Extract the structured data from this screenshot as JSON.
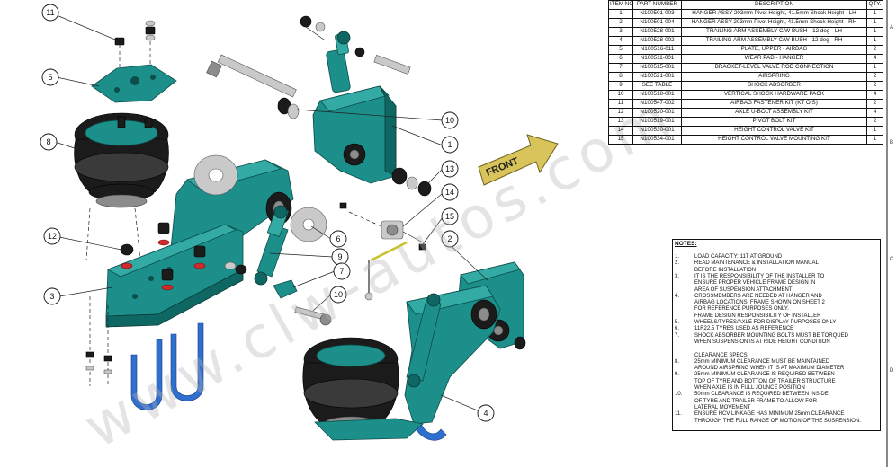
{
  "bom": {
    "headers": [
      "ITEM NO.",
      "PART NUMBER",
      "DESCRIPTION",
      "QTY."
    ],
    "rows": [
      [
        "1",
        "N100501-003",
        "HANGER ASSY-203mm Pivot Height, 41.5mm Shock Height - LH",
        "1"
      ],
      [
        "2",
        "N100501-004",
        "HANGER ASSY-203mm Pivot Height, 41.5mm Shock Height - RH",
        "1"
      ],
      [
        "3",
        "N100528-001",
        "TRAILING ARM ASSEMBLY C/W BUSH - 12 deg - LH",
        "1"
      ],
      [
        "4",
        "N100528-002",
        "TRAILING ARM ASSEMBLY C/W BUSH - 12 deg - RH",
        "1"
      ],
      [
        "5",
        "N100516-011",
        "PLATE, UPPER - AIRBAG",
        "2"
      ],
      [
        "6",
        "N100511-001",
        "WEAR PAD - HANGER",
        "4"
      ],
      [
        "7",
        "N100515-001",
        "BRACKET-LEVEL VALVE ROD CONNECTION",
        "1"
      ],
      [
        "8",
        "N100521-001",
        "AIRSPRING",
        "2"
      ],
      [
        "9",
        "SEE TABLE",
        "SHOCK ABSORBER",
        "2"
      ],
      [
        "10",
        "N100518-001",
        "VERTICAL SHOCK HARDWARE PACK",
        "4"
      ],
      [
        "11",
        "N100547-002",
        "AIRBAG FASTENER KIT (KT O/S)",
        "2"
      ],
      [
        "12",
        "N100520-001",
        "AXLE U-BOLT ASSEMBLY KIT",
        "4"
      ],
      [
        "13",
        "N100519-001",
        "PIVOT BOLT KIT",
        "2"
      ],
      [
        "14",
        "N100530-001",
        "HEIGHT CONTROL VALVE KIT",
        "1"
      ],
      [
        "15",
        "N100534-001",
        "HEIGHT CONTROL VALVE MOUNTING KIT",
        "1"
      ]
    ]
  },
  "notes": {
    "title": "NOTES:",
    "lines": [
      {
        "num": "1.",
        "text": "LOAD CAPACITY: 11T AT GROUND"
      },
      {
        "num": "2.",
        "text": "READ MAINTENANCE & INSTALLATION MANUAL"
      },
      {
        "num": "",
        "text": "BEFORE INSTALLATION"
      },
      {
        "num": "3.",
        "text": "IT IS THE RESPONSIBILITY OF THE INSTALLER TO"
      },
      {
        "num": "",
        "text": "ENSURE PROPER VEHICLE FRAME DESIGN IN"
      },
      {
        "num": "",
        "text": "AREA OF SUSPENSION ATTACHMENT"
      },
      {
        "num": "4.",
        "text": "CROSSMEMBERS ARE NEEDED AT HANGER AND"
      },
      {
        "num": "",
        "text": "AIRBAG LOCATIONS, FRAME SHOWN ON SHEET 2"
      },
      {
        "num": "",
        "text": "FOR REFERENCE PURPOSES ONLY."
      },
      {
        "num": "",
        "text": "FRAME DESIGN RESPONSIBILITY OF INSTALLER"
      },
      {
        "num": "5.",
        "text": "WHEELS/TYRES/AXLE FOR DISPLAY PURPOSES ONLY"
      },
      {
        "num": "6.",
        "text": "11R22.5 TYRES USED AS REFERENCE"
      },
      {
        "num": "7.",
        "text": "SHOCK ABSORBER MOUNTING BOLTS MUST BE TORQUED"
      },
      {
        "num": "",
        "text": "WHEN SUSPENSION IS AT RIDE HEIGHT CONDITION"
      },
      {
        "num": "",
        "text": ""
      },
      {
        "num": "",
        "text": "CLEARANCE SPECS"
      },
      {
        "num": "8.",
        "text": "25mm MINIMUM CLEARANCE MUST BE MAINTAINED"
      },
      {
        "num": "",
        "text": "AROUND AIRSPRING WHEN IT IS AT MAXIMUM DIAMETER"
      },
      {
        "num": "9.",
        "text": "25mm MINIMUM CLEARANCE IS REQUIRED BETWEEN"
      },
      {
        "num": "",
        "text": "TOP OF TYRE AND BOTTOM OF TRAILER STRUCTURE"
      },
      {
        "num": "",
        "text": "WHEN AXLE IS IN FULL JOUNCE POSITION"
      },
      {
        "num": "10.",
        "text": "50mm CLEARANCE IS REQUIRED BETWEEN INSIDE"
      },
      {
        "num": "",
        "text": "OF TYRE AND TRAILER FRAME TO ALLOW FOR"
      },
      {
        "num": "",
        "text": "LATERAL MOVEMENT"
      },
      {
        "num": "11.",
        "text": "ENSURE HCV LINKAGE HAS MINIMUM 25mm CLEARANCE"
      },
      {
        "num": "",
        "text": "THROUGH THE FULL RANGE OF MOTION OF THE SUSPENSION."
      }
    ]
  },
  "front_arrow": {
    "label": "FRONT"
  },
  "watermark": "www.clw-autos.com",
  "balloons": [
    {
      "id": "b11",
      "num": "11"
    },
    {
      "id": "b5",
      "num": "5"
    },
    {
      "id": "b8",
      "num": "8"
    },
    {
      "id": "b12",
      "num": "12"
    },
    {
      "id": "b3",
      "num": "3"
    },
    {
      "id": "b10a",
      "num": "10"
    },
    {
      "id": "b1",
      "num": "1"
    },
    {
      "id": "b13",
      "num": "13"
    },
    {
      "id": "b14",
      "num": "14"
    },
    {
      "id": "b15",
      "num": "15"
    },
    {
      "id": "b2",
      "num": "2"
    },
    {
      "id": "b6",
      "num": "6"
    },
    {
      "id": "b9",
      "num": "9"
    },
    {
      "id": "b7",
      "num": "7"
    },
    {
      "id": "b10b",
      "num": "10"
    },
    {
      "id": "b4",
      "num": "4"
    }
  ],
  "frame_letters": [
    "A",
    "B",
    "C",
    "D"
  ],
  "colors": {
    "teal": "#1c8f8a",
    "black": "#1b1b1b",
    "red": "#d12a2a",
    "blue": "#2e6fd0",
    "arrow": "#d8c45a"
  }
}
